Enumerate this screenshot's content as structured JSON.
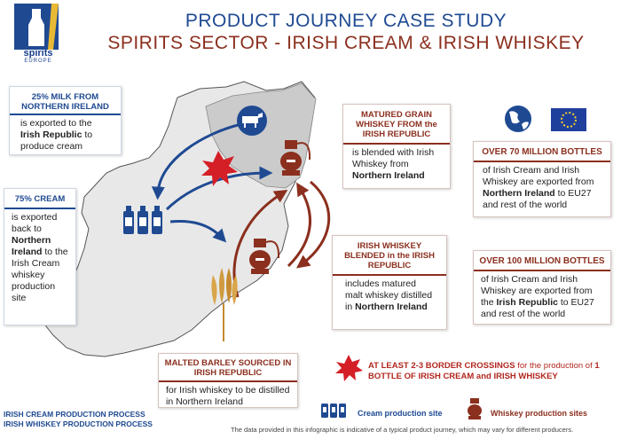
{
  "logo": {
    "name": "spirits",
    "sub": "EUROPE"
  },
  "title": {
    "line1": "PRODUCT JOURNEY CASE STUDY",
    "line2": "SPIRITS SECTOR - IRISH CREAM & IRISH WHISKEY"
  },
  "boxes": {
    "milk": {
      "header": "25% MILK FROM NORTHERN IRELAND",
      "pre": "is exported to the ",
      "bold": "Irish Republic",
      "post": " to produce cream"
    },
    "cream": {
      "header": "75% CREAM",
      "pre": "is exported back to ",
      "bold": "Northern Ireland",
      "post": " to the Irish Cream whiskey production site"
    },
    "grain": {
      "header": "MATURED GRAIN WHISKEY FROM the IRISH REPUBLIC",
      "pre": "is blended with Irish Whiskey from ",
      "bold": "Northern Ireland",
      "post": ""
    },
    "blended": {
      "header": "IRISH WHISKEY BLENDED in the IRISH REPUBLIC",
      "pre": "includes matured malt whiskey distilled in ",
      "bold": "Northern Ireland",
      "post": ""
    },
    "seventy": {
      "header": "OVER 70 MILLION BOTTLES",
      "pre": "of Irish Cream and Irish Whiskey are exported from ",
      "bold": "Northern Ireland",
      "post": " to EU27 and rest of the world"
    },
    "hundred": {
      "header": "OVER 100 MILLION BOTTLES",
      "pre": "of Irish Cream and Irish Whiskey are exported from the ",
      "bold": "Irish Republic",
      "post": " to EU27 and rest of the world"
    },
    "barley": {
      "header": "MALTED BARLEY SOURCED IN IRISH REPUBLIC",
      "pre": "for Irish whiskey to be distilled in Northern Ireland",
      "bold": "",
      "post": ""
    }
  },
  "crossings": {
    "bold": "AT LEAST 2-3 BORDER CROSSINGS",
    "mid": " for the production of ",
    "bold2": "1 BOTTLE OF IRISH CREAM and IRISH WHISKEY"
  },
  "legend": {
    "process1": "IRISH CREAM PRODUCTION PROCESS",
    "process2": "IRISH WHISKEY PRODUCTION PROCESS",
    "cream_site": "Cream production site",
    "whiskey_site": "Whiskey production sites"
  },
  "footnote": "The data provided in this infographic is indicative of a typical product journey, which may vary for different producers.",
  "colors": {
    "blue": "#1f4a92",
    "red": "#8b2f1e",
    "star": "#d41f26",
    "map": "#e6e6e6",
    "ni": "#c9c9c9"
  }
}
